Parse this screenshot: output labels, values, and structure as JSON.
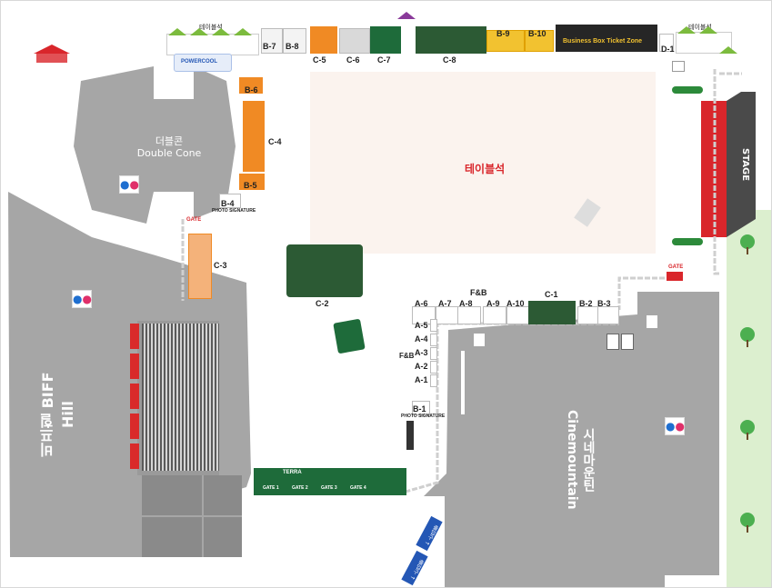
{
  "areas": {
    "double_cone": {
      "ko": "더블콘",
      "en": "Double Cone"
    },
    "biff_hill": {
      "ko": "비프힐",
      "en": "BIFF Hill"
    },
    "cinemountain": {
      "ko": "시네마운틴",
      "en": "Cinemountain"
    },
    "table_zone": "테이블석",
    "stage": "STAGE",
    "table_top_left": "테이블석",
    "table_top_right": "테이블석"
  },
  "booths": {
    "A": [
      "A-1",
      "A-2",
      "A-3",
      "A-4",
      "A-5",
      "A-6",
      "A-7",
      "A-8",
      "A-9",
      "A-10"
    ],
    "B": [
      "B-1",
      "B-2",
      "B-3",
      "B-4",
      "B-5",
      "B-6",
      "B-7",
      "B-8",
      "B-9",
      "B-10"
    ],
    "C": [
      "C-1",
      "C-2",
      "C-3",
      "C-4",
      "C-5",
      "C-6",
      "C-7",
      "C-8"
    ],
    "D": [
      "D-1"
    ]
  },
  "labels": {
    "fb_top": "F&B",
    "fb_left": "F&B",
    "photo_signature_1": "PHOTO SIGNATURE",
    "photo_signature_2": "PHOTO SIGNATURE",
    "business_box": "Business Box  Ticket Zone",
    "gate": "GATE",
    "gate_right": "GATE",
    "terra": "TERRA",
    "powercool": "POWERCOOL"
  },
  "gates": [
    "GATE 1",
    "GATE 2",
    "GATE 3",
    "GATE 4"
  ],
  "entrance_signs": [
    "출입구 ↑",
    "출입구 ↑"
  ],
  "colors": {
    "gray_area": "#a6a6a6",
    "table_zone": "#fbf3ee",
    "stage_red": "#d9262b",
    "stage_dark": "#4a4a4a",
    "grass": "#dcefcf",
    "tent_green": "#7cbb3e",
    "booth_orange": "#f08a24",
    "terra_green": "#1e6b3a",
    "tree": "#4caf50",
    "sign_blue": "#2457b5"
  }
}
